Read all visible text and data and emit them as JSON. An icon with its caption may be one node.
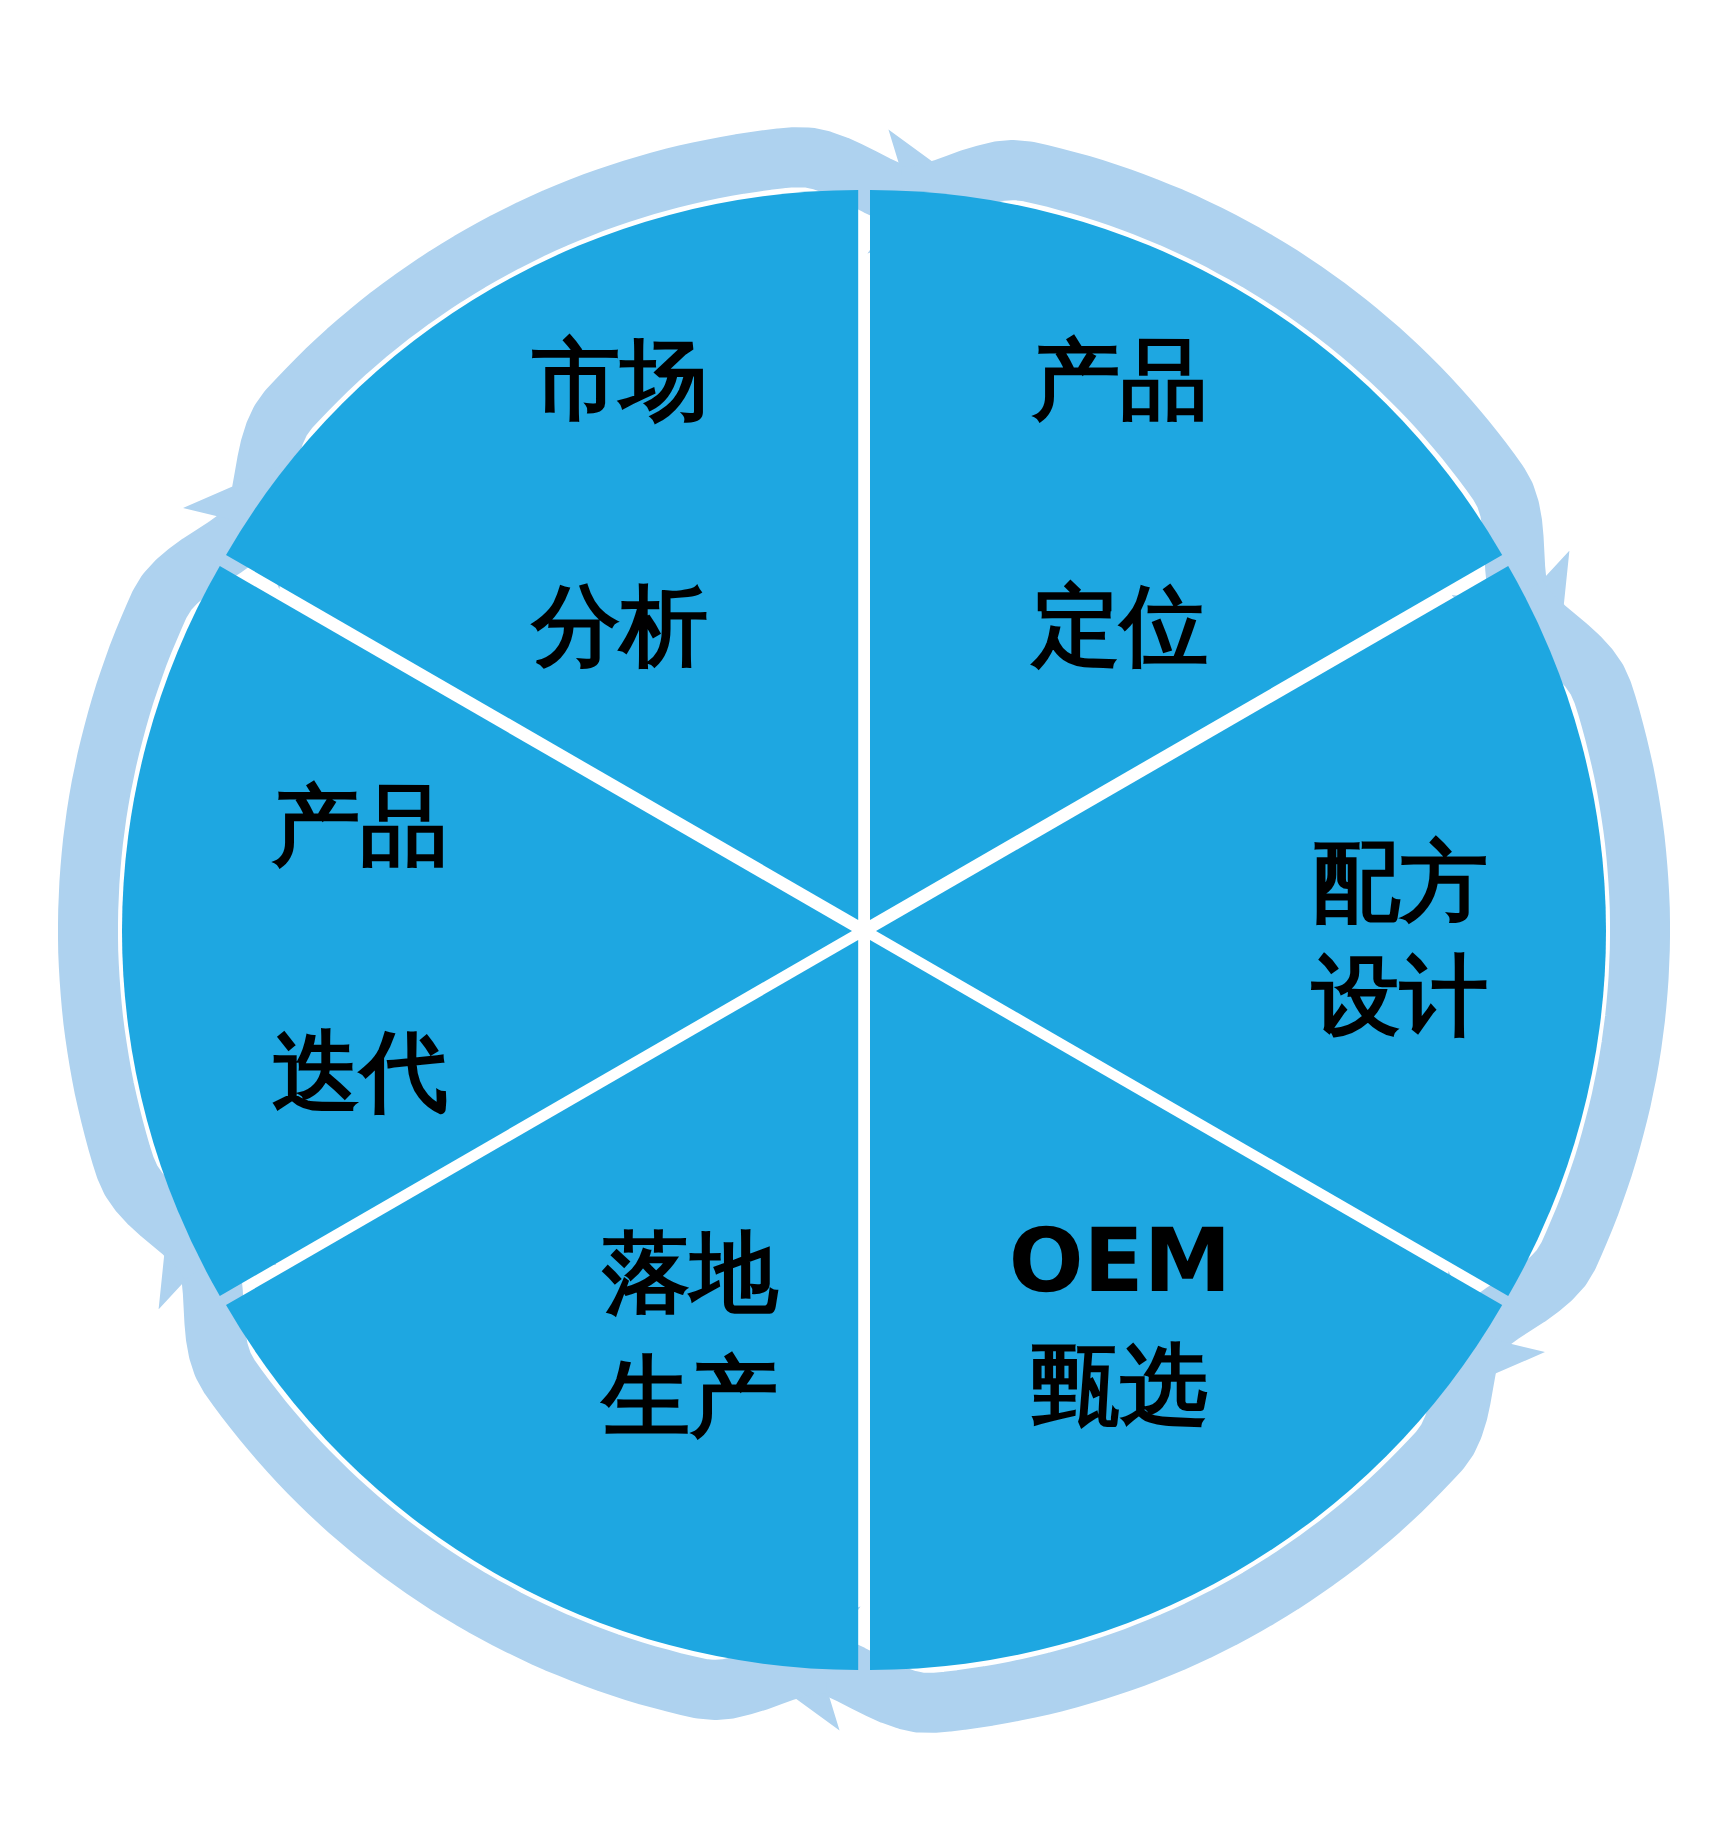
{
  "diagram": {
    "nodes": [
      {
        "text": [
          "市场分析"
        ]
      },
      {
        "text": [
          "产品定位"
        ]
      },
      {
        "text": [
          "配方设计"
        ]
      },
      {
        "text": [
          "OEM甄选"
        ]
      },
      {
        "text": [
          "落地生产"
        ]
      },
      {
        "text": [
          "产品迭代"
        ]
      }
    ],
    "edges": [
      {
        "from": 0,
        "to": 1,
        "arrow": "to"
      },
      {
        "from": 1,
        "to": 2,
        "arrow": "to"
      },
      {
        "from": 2,
        "to": 3,
        "arrow": "to"
      },
      {
        "from": 3,
        "to": 4,
        "arrow": "to"
      },
      {
        "from": 4,
        "to": 5,
        "arrow": "to"
      },
      {
        "from": 5,
        "to": 0,
        "arrow": "to"
      }
    ]
  }
}
